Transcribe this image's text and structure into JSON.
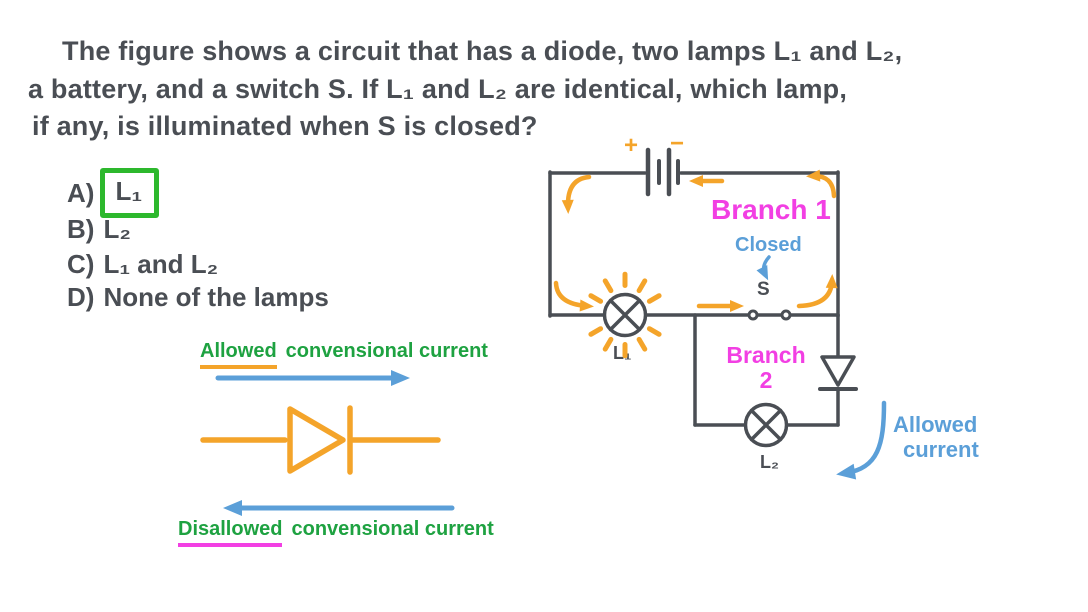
{
  "question": {
    "line1": "The figure shows a circuit that has a diode, two lamps L₁ and L₂,",
    "line2": "a battery, and a switch S. If L₁ and L₂ are identical, which lamp,",
    "line3": "if any, is illuminated when S is closed?"
  },
  "options": [
    {
      "label": "A)",
      "text": "L₁",
      "boxed": true
    },
    {
      "label": "B)",
      "text": "L₂",
      "boxed": false
    },
    {
      "label": "C)",
      "text": "L₁ and L₂",
      "boxed": false
    },
    {
      "label": "D)",
      "text": "None of the lamps",
      "boxed": false
    }
  ],
  "legend": {
    "allowed_word": "Allowed",
    "allowed_rest": "convensional current",
    "disallowed_word": "Disallowed",
    "disallowed_rest": "convensional current"
  },
  "circuit": {
    "battery_plus": "+",
    "battery_minus": "−",
    "branch1_label": "Branch 1",
    "switch_state": "Closed",
    "switch_label": "S",
    "branch2_label_line1": "Branch",
    "branch2_label_line2": "2",
    "lamp1_label": "L₁",
    "lamp2_label": "L₂",
    "allowed_current_line1": "Allowed",
    "allowed_current_line2": "current"
  },
  "colors": {
    "ink": "#4a4e54",
    "orange": "#f4a42a",
    "green_text": "#1ea241",
    "answer_box_green": "#2db82d",
    "magenta": "#f23fe3",
    "blue": "#5b9fd8"
  }
}
